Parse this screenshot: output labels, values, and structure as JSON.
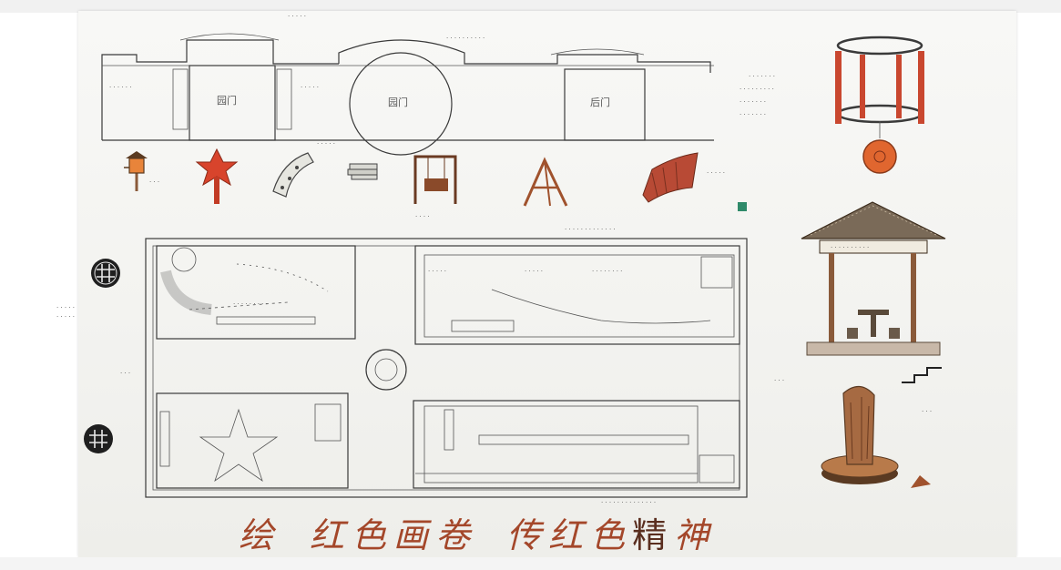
{
  "title": {
    "chars": [
      "绘",
      "红",
      "色",
      "画",
      "卷",
      "传",
      "红",
      "色",
      "精",
      "神"
    ]
  },
  "gates": {
    "left": "园门",
    "center": "园门",
    "right": "后门"
  },
  "colors": {
    "paper": "#f5f5f2",
    "ink": "#3a3a3a",
    "red": "#c9472f",
    "orange": "#e0662f",
    "wood": "#8a5a3a",
    "green": "#2f8a6a",
    "title": "#a4472a"
  },
  "icons": [
    "lantern-icon",
    "red-star-sculpture-icon",
    "curved-bench-icon",
    "stacked-books-icon",
    "swing-icon",
    "a-frame-swing-icon",
    "red-flag-sculpture-icon",
    "pavilion-icon",
    "tree-stump-seat-icon",
    "round-window-icon"
  ]
}
